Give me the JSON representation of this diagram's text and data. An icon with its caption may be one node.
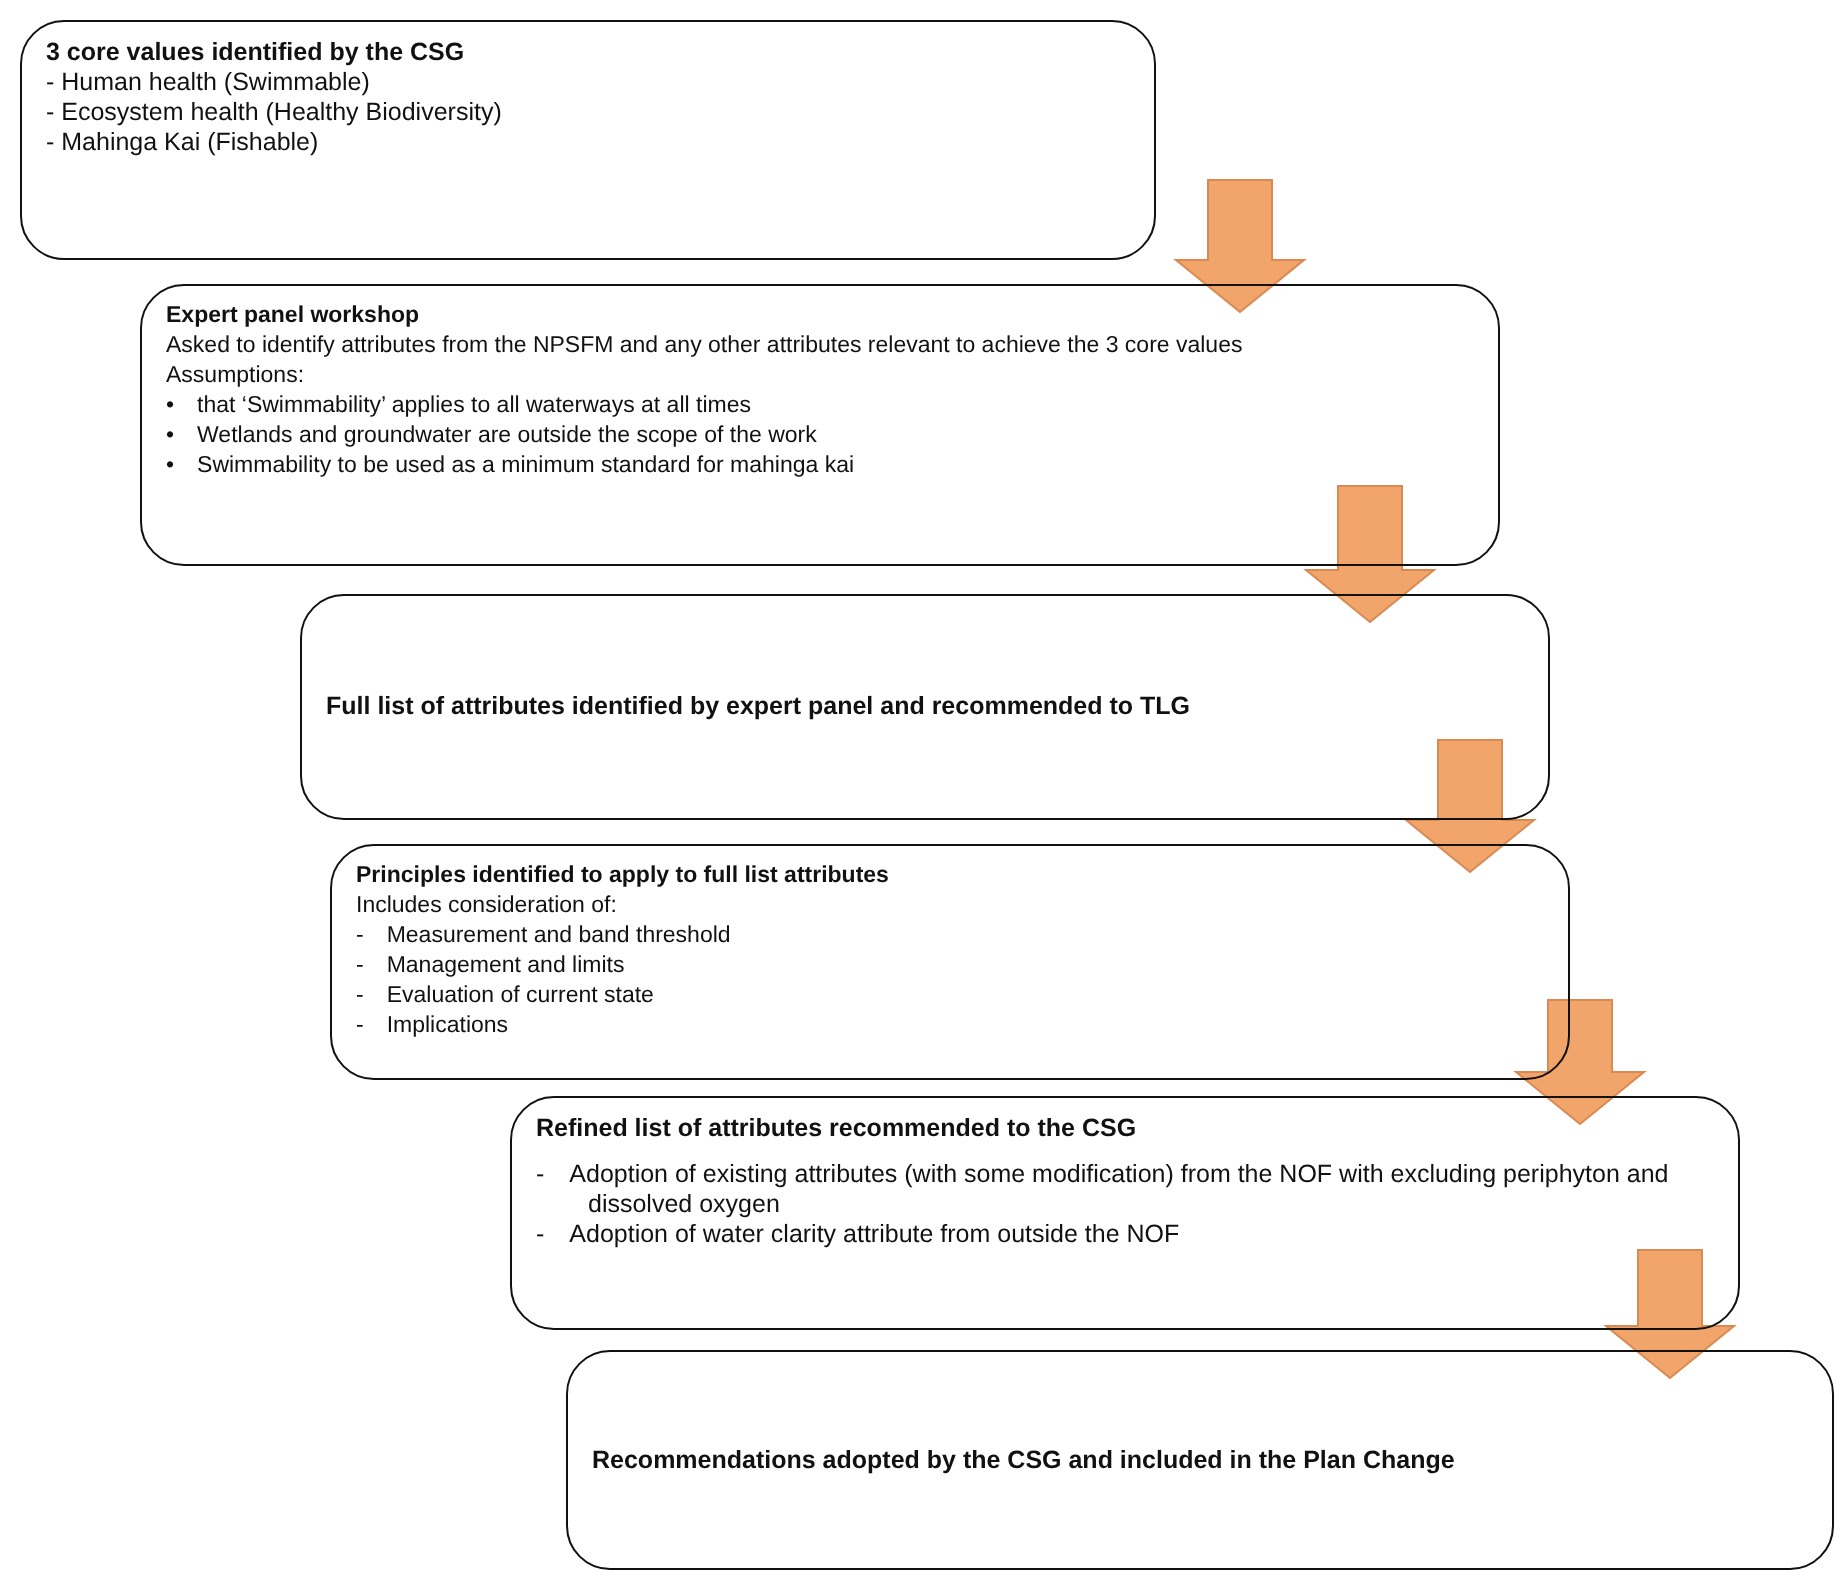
{
  "diagram": {
    "nodes": [
      {
        "text": [
          "3 core values identified by the CSG",
          "- Human health (Swimmable)",
          "- Ecosystem health (Healthy Biodiversity)",
          "- Mahinga Kai (Fishable)"
        ]
      },
      {
        "text": [
          "Expert panel workshop",
          "Asked to identify attributes from the NPSFM and any other attributes relevant to achieve the 3 core values",
          "Assumptions:",
          "• that ‘Swimmability’ applies to all waterways at all times",
          "• Wetlands and groundwater are outside the scope of the work",
          "• Swimmability to be used as a minimum standard for mahinga kai"
        ]
      },
      {
        "text": [
          "Full list of attributes identified by expert panel and recommended to TLG"
        ]
      },
      {
        "text": [
          "Principles identified to apply to full list attributes",
          "Includes consideration of:",
          "- Measurement and band threshold",
          "- Management and limits",
          "- Evaluation of current state",
          "- Implications"
        ]
      },
      {
        "text": [
          "Refined list of attributes recommended to the CSG",
          "- Adoption of existing attributes (with some modification) from the NOF with excluding periphyton and dissolved oxygen",
          "- Adoption of water clarity attribute from outside the NOF"
        ]
      },
      {
        "text": [
          "Recommendations adopted by the CSG and included in the Plan Change"
        ]
      }
    ],
    "edges": [
      {
        "from": 0,
        "to": 1,
        "arrow": "to"
      },
      {
        "from": 1,
        "to": 2,
        "arrow": "to"
      },
      {
        "from": 2,
        "to": 3,
        "arrow": "to"
      },
      {
        "from": 3,
        "to": 4,
        "arrow": "to"
      },
      {
        "from": 4,
        "to": 5,
        "arrow": "to"
      }
    ]
  }
}
